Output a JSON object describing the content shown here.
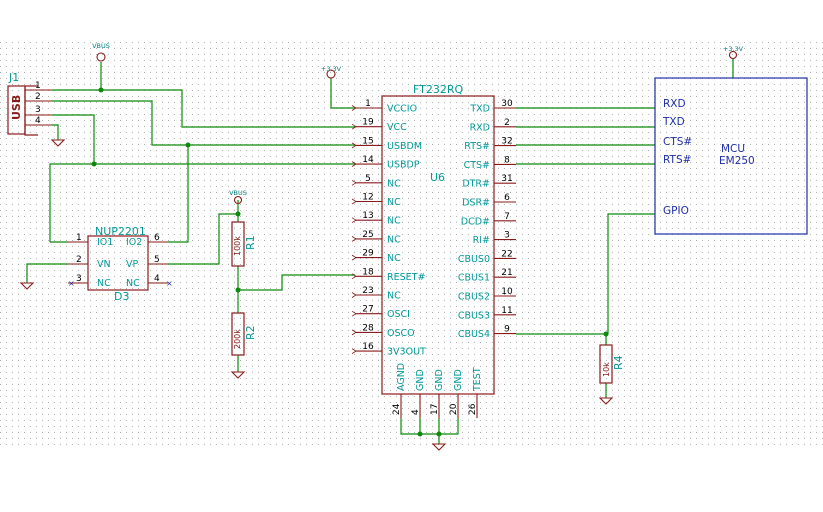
{
  "power": {
    "vbus": "VBUS",
    "v33": "+3.3V"
  },
  "j1": {
    "ref": "J1",
    "label": "USB",
    "pins": [
      "1",
      "2",
      "3",
      "4"
    ]
  },
  "d3": {
    "ref": "D3",
    "part": "NUP2201",
    "pins_left": [
      {
        "num": "1",
        "name": "IO1"
      },
      {
        "num": "2",
        "name": "VN"
      },
      {
        "num": "3",
        "name": "NC"
      }
    ],
    "pins_right": [
      {
        "num": "6",
        "name": "IO2"
      },
      {
        "num": "5",
        "name": "VP"
      },
      {
        "num": "4",
        "name": "NC"
      }
    ]
  },
  "r1": {
    "ref": "R1",
    "value": "100k"
  },
  "r2": {
    "ref": "R2",
    "value": "200k"
  },
  "r4": {
    "ref": "R4",
    "value": "10k"
  },
  "u6": {
    "ref": "U6",
    "part": "FT232RQ",
    "pins_left": [
      {
        "num": "1",
        "name": "VCCIO"
      },
      {
        "num": "19",
        "name": "VCC"
      },
      {
        "num": "15",
        "name": "USBDM"
      },
      {
        "num": "14",
        "name": "USBDP"
      },
      {
        "num": "5",
        "name": "NC"
      },
      {
        "num": "12",
        "name": "NC"
      },
      {
        "num": "13",
        "name": "NC"
      },
      {
        "num": "25",
        "name": "NC"
      },
      {
        "num": "29",
        "name": "NC"
      },
      {
        "num": "18",
        "name": "RESET#"
      },
      {
        "num": "23",
        "name": "NC"
      },
      {
        "num": "27",
        "name": "OSCI"
      },
      {
        "num": "28",
        "name": "OSCO"
      },
      {
        "num": "16",
        "name": "3V3OUT"
      }
    ],
    "pins_right": [
      {
        "num": "30",
        "name": "TXD"
      },
      {
        "num": "2",
        "name": "RXD"
      },
      {
        "num": "32",
        "name": "RTS#"
      },
      {
        "num": "8",
        "name": "CTS#"
      },
      {
        "num": "31",
        "name": "DTR#"
      },
      {
        "num": "6",
        "name": "DSR#"
      },
      {
        "num": "7",
        "name": "DCD#"
      },
      {
        "num": "3",
        "name": "RI#"
      },
      {
        "num": "22",
        "name": "CBUS0"
      },
      {
        "num": "21",
        "name": "CBUS1"
      },
      {
        "num": "10",
        "name": "CBUS2"
      },
      {
        "num": "11",
        "name": "CBUS3"
      },
      {
        "num": "9",
        "name": "CBUS4"
      }
    ],
    "pins_bottom": [
      {
        "num": "24",
        "name": "AGND"
      },
      {
        "num": "4",
        "name": "GND"
      },
      {
        "num": "17",
        "name": "GND"
      },
      {
        "num": "20",
        "name": "GND"
      },
      {
        "num": "26",
        "name": "TEST"
      }
    ]
  },
  "mcu": {
    "title": "MCU",
    "part": "EM250",
    "pins": [
      "RXD",
      "TXD",
      "CTS#",
      "RTS#",
      "GPIO"
    ]
  }
}
